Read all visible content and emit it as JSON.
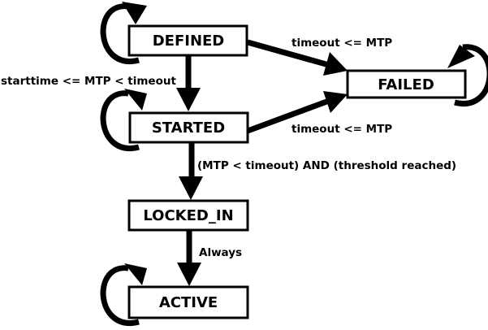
{
  "diagram": {
    "title": "state-machine",
    "colors": {
      "background": "#ffffff",
      "node_fill": "#ffffff",
      "node_stroke": "#000000",
      "edge_stroke": "#000000",
      "text": "#000000"
    },
    "states": [
      {
        "id": "defined",
        "label": "DEFINED"
      },
      {
        "id": "failed",
        "label": "FAILED"
      },
      {
        "id": "started",
        "label": "STARTED"
      },
      {
        "id": "locked_in",
        "label": "LOCKED_IN"
      },
      {
        "id": "active",
        "label": "ACTIVE"
      }
    ],
    "edges": [
      {
        "from": "DEFINED",
        "to": "FAILED",
        "label": "timeout <= MTP"
      },
      {
        "from": "DEFINED",
        "to": "STARTED",
        "label": "starttime <= MTP < timeout"
      },
      {
        "from": "STARTED",
        "to": "FAILED",
        "label": "timeout <= MTP"
      },
      {
        "from": "STARTED",
        "to": "LOCKED_IN",
        "label": "(MTP < timeout) AND (threshold reached)"
      },
      {
        "from": "LOCKED_IN",
        "to": "ACTIVE",
        "label": "Always"
      },
      {
        "from": "DEFINED",
        "to": "DEFINED",
        "label": ""
      },
      {
        "from": "STARTED",
        "to": "STARTED",
        "label": ""
      },
      {
        "from": "FAILED",
        "to": "FAILED",
        "label": ""
      },
      {
        "from": "ACTIVE",
        "to": "ACTIVE",
        "label": ""
      }
    ]
  }
}
